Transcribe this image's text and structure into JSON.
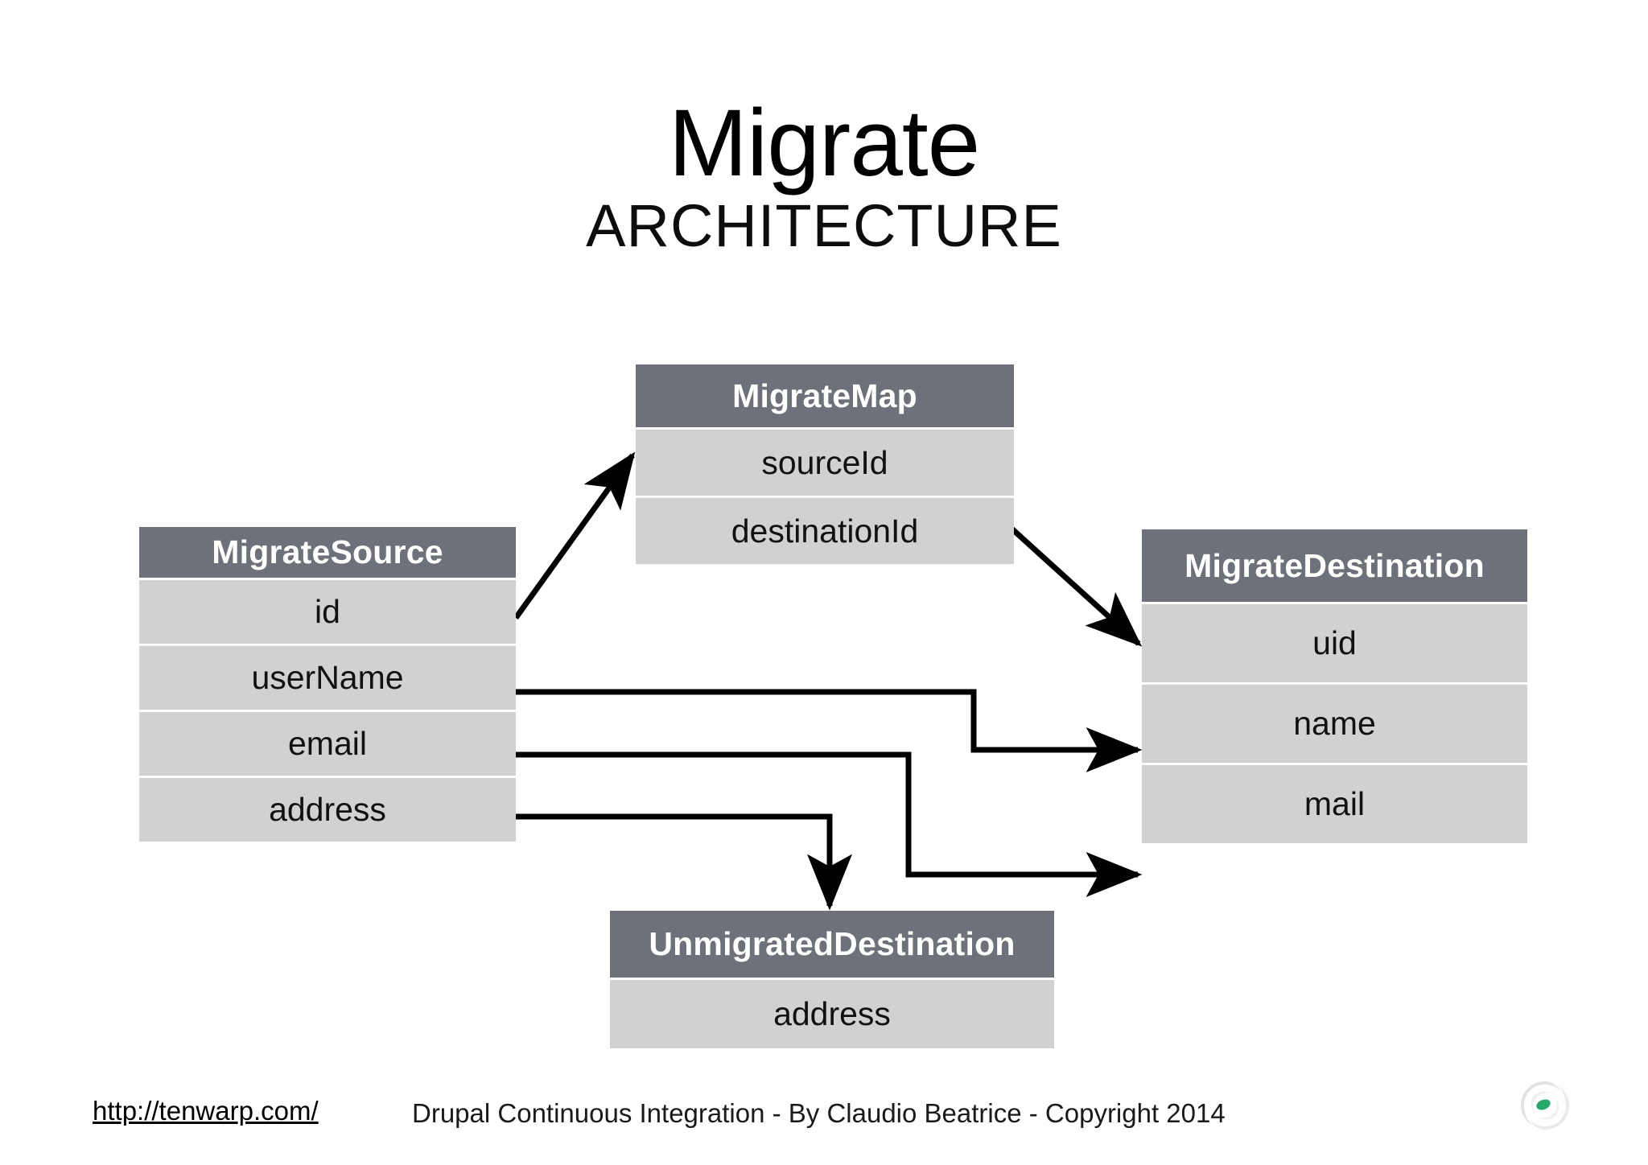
{
  "title": {
    "main": "Migrate",
    "sub": "ARCHITECTURE"
  },
  "colors": {
    "header_bg": "#6e7179",
    "row_bg": "#d1d1d3",
    "header_text": "#ffffff",
    "row_text": "#111111",
    "connector": "#000000",
    "page_bg": "#ffffff",
    "logo_accent": "#13a05c"
  },
  "diagram": {
    "boxes": [
      {
        "id": "migrate-map",
        "header": "MigrateMap",
        "rows": [
          "sourceId",
          "destinationId"
        ]
      },
      {
        "id": "migrate-source",
        "header": "MigrateSource",
        "rows": [
          "id",
          "userName",
          "email",
          "address"
        ]
      },
      {
        "id": "migrate-destination",
        "header": "MigrateDestination",
        "rows": [
          "uid",
          "name",
          "mail"
        ]
      },
      {
        "id": "unmigrated-destination",
        "header": "UnmigratedDestination",
        "rows": [
          "address"
        ]
      }
    ],
    "connections": [
      {
        "from": "MigrateSource.id",
        "to": "MigrateMap.sourceId",
        "style": "diagonal-arrow"
      },
      {
        "from": "MigrateMap.destinationId",
        "to": "MigrateDestination.uid",
        "style": "diagonal-arrow"
      },
      {
        "from": "MigrateSource.userName",
        "to": "MigrateDestination.name",
        "style": "elbow-arrow"
      },
      {
        "from": "MigrateSource.email",
        "to": "MigrateDestination.mail",
        "style": "elbow-arrow"
      },
      {
        "from": "MigrateSource.address",
        "to": "UnmigratedDestination",
        "style": "elbow-arrow-down"
      }
    ]
  },
  "footer": {
    "link": "http://tenwarp.com/",
    "credit": "Drupal Continuous Integration - By Claudio Beatrice - Copyright 2014",
    "logo": "tenwarp-swirl-logo"
  }
}
